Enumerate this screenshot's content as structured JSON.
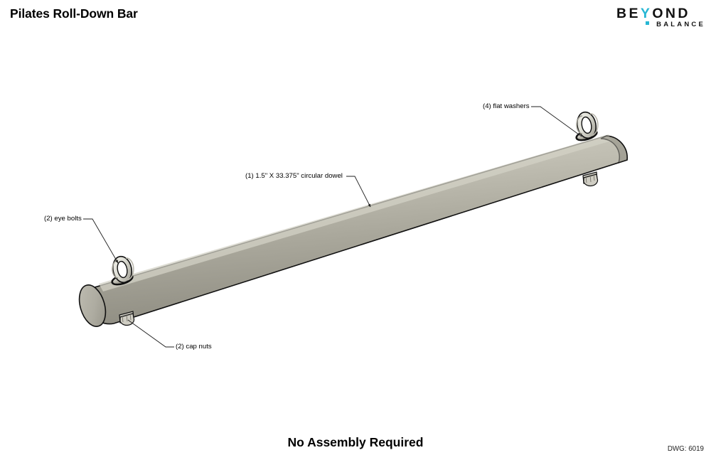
{
  "header": {
    "title": "Pilates Roll-Down Bar",
    "logo": {
      "word_before_y": "BE",
      "word_y": "Y",
      "word_after_y": "OND",
      "subtitle": "BALANCE",
      "accent_color": "#27b7d4",
      "text_color": "#111111"
    }
  },
  "callouts": {
    "dowel": "(1) 1.5\" X 33.375\" circular dowel",
    "flat_washers": "(4) flat washers",
    "eye_bolts": "(2) eye bolts",
    "cap_nuts": "(2) cap nuts"
  },
  "footer": {
    "assembly_note": "No Assembly Required",
    "drawing_number": "DWG: 6019"
  },
  "drawing": {
    "colors": {
      "bar_light": "#c9c7bb",
      "bar_mid": "#a9a79b",
      "bar_dark": "#8f8d82",
      "endcap": "#b2b0a5",
      "hardware_light": "#efeee8",
      "hardware_mid": "#cfcdc3",
      "hardware_dark": "#8d8b80",
      "outline": "#101010",
      "leader": "#2a2a2a"
    },
    "parts": [
      {
        "name": "circular-dowel",
        "qty": 1,
        "description": "1.5\" X 33.375\" circular dowel"
      },
      {
        "name": "flat-washer",
        "qty": 4,
        "description": "flat washers"
      },
      {
        "name": "eye-bolt",
        "qty": 2,
        "description": "eye bolts"
      },
      {
        "name": "cap-nut",
        "qty": 2,
        "description": "cap nuts"
      }
    ]
  }
}
